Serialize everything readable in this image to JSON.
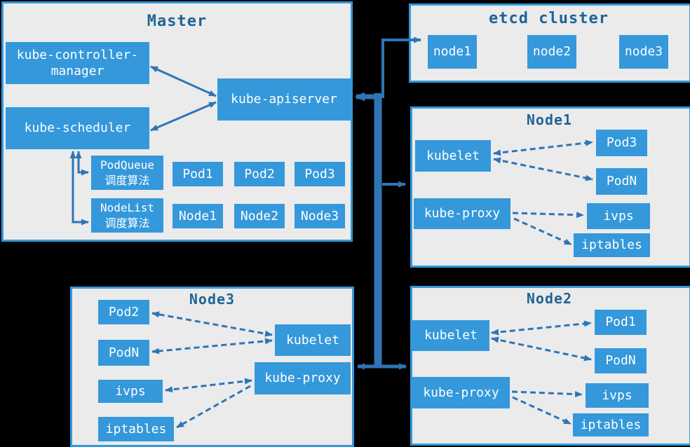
{
  "colors": {
    "background": "#000000",
    "panel_bg": "#EBEBEB",
    "panel_border": "#3498DB",
    "box_fill": "#3498DB",
    "box_text": "#FFFFFF",
    "title_text": "#1F6396",
    "arrow": "#2E75B6"
  },
  "master": {
    "title": "Master",
    "controller_manager_line1": "kube-controller-",
    "controller_manager_line2": "manager",
    "scheduler": "kube-scheduler",
    "apiserver": "kube-apiserver",
    "podqueue_line1": "PodQueue",
    "podqueue_line2": "调度算法",
    "nodelist_line1": "NodeList",
    "nodelist_line2": "调度算法",
    "pods": [
      "Pod1",
      "Pod2",
      "Pod3"
    ],
    "nodes": [
      "Node1",
      "Node2",
      "Node3"
    ]
  },
  "etcd": {
    "title": "etcd cluster",
    "nodes": [
      "node1",
      "node2",
      "node3"
    ]
  },
  "worker1": {
    "title": "Node1",
    "kubelet": "kubelet",
    "kube_proxy": "kube-proxy",
    "pod_a": "Pod3",
    "pod_b": "PodN",
    "ivps": "ivps",
    "iptables": "iptables"
  },
  "worker2": {
    "title": "Node2",
    "kubelet": "kubelet",
    "kube_proxy": "kube-proxy",
    "pod_a": "Pod1",
    "pod_b": "PodN",
    "ivps": "ivps",
    "iptables": "iptables"
  },
  "worker3": {
    "title": "Node3",
    "kubelet": "kubelet",
    "kube_proxy": "kube-proxy",
    "pod_a": "Pod2",
    "pod_b": "PodN",
    "ivps": "ivps",
    "iptables": "iptables"
  }
}
